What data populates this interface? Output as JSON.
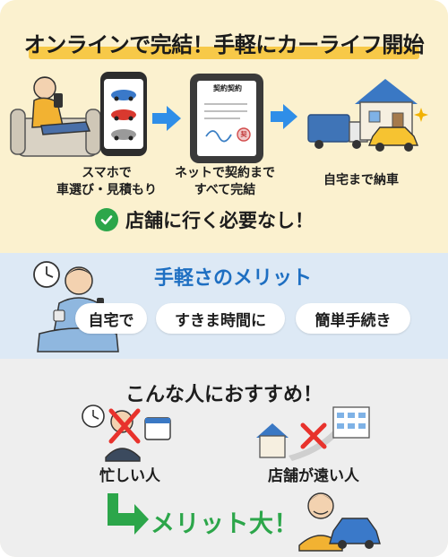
{
  "title": "オンラインで完結！手軽にカーライフ開始",
  "steps": [
    {
      "line1": "スマホで",
      "line2": "車選び・見積もり"
    },
    {
      "line1": "ネットで契約まで",
      "line2": "すべて完結"
    },
    {
      "line1": "自宅まで納車",
      "line2": ""
    }
  ],
  "contract_doc_title": "契約契約",
  "contract_seal": "契",
  "no_store_text": "店舗に行く必要なし！",
  "merit_title": "手軽さのメリット",
  "merit_pills": [
    "自宅で",
    "すきま時間に",
    "簡単手続き"
  ],
  "recommend_title": "こんな人におすすめ！",
  "recommend_people": [
    "忙しい人",
    "店舗が遠い人"
  ],
  "big_merit": "メリット大！",
  "colors": {
    "title_highlight": "#f7c948",
    "arrow_blue": "#2f8ee8",
    "merit_blue": "#1e6fc2",
    "green": "#2ca64a",
    "cross_red": "#e8322c"
  }
}
